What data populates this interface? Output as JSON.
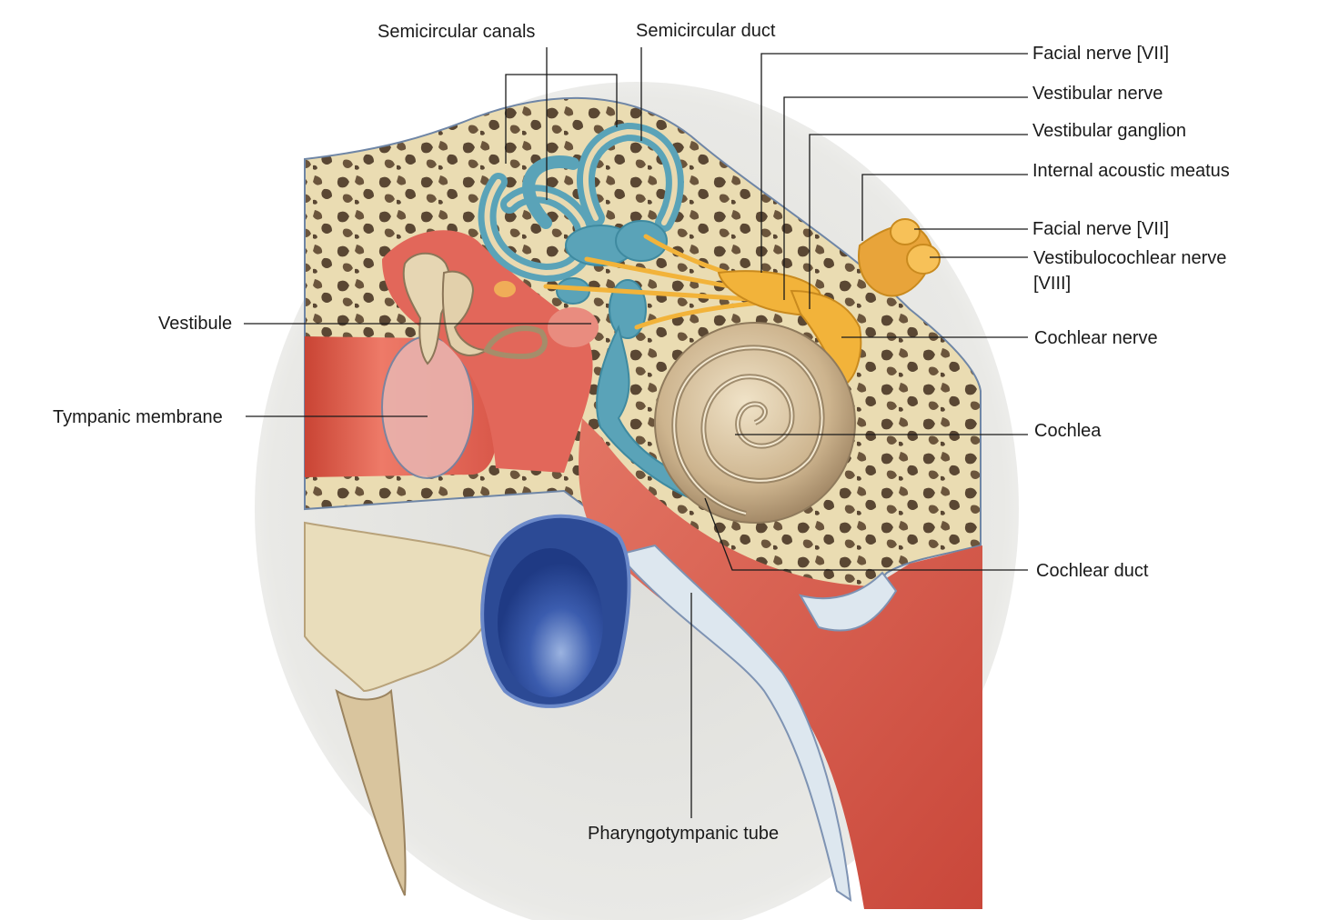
{
  "labels": {
    "semicircular_canals": "Semicircular canals",
    "semicircular_duct": "Semicircular duct",
    "facial_nerve_top": "Facial nerve [VII]",
    "vestibular_nerve": "Vestibular nerve",
    "vestibular_ganglion": "Vestibular ganglion",
    "internal_acoustic_meatus": "Internal acoustic meatus",
    "facial_nerve_lower": "Facial nerve [VII]",
    "vestibulocochlear_nerve_line1": "Vestibulocochlear nerve",
    "vestibulocochlear_nerve_line2": "[VIII]",
    "cochlear_nerve": "Cochlear nerve",
    "cochlea": "Cochlea",
    "cochlear_duct": "Cochlear duct",
    "vestibule": "Vestibule",
    "tympanic_membrane": "Tympanic membrane",
    "pharyngotympanic_tube": "Pharyngotympanic tube"
  },
  "colors": {
    "bone": "#ede0b8",
    "bone_pores": "#5a4a36",
    "membranous_labyrinth": "#5aa3b8",
    "tympanic_cavity": "#e0665a",
    "nerve": "#f2b33a",
    "vein": "#2f4f9c",
    "cochlea": "#d8c4a0"
  }
}
